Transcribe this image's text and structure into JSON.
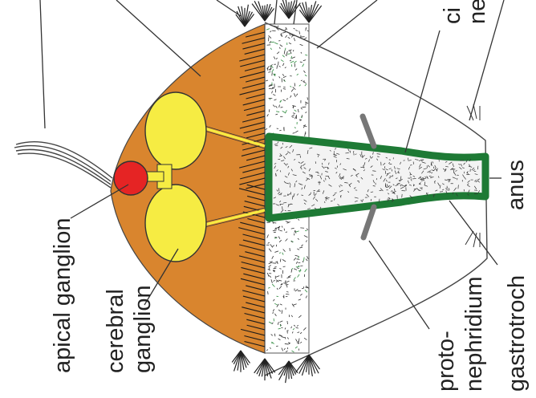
{
  "labels": {
    "apical_ganglion": "apical ganglion",
    "cerebral_1": "cerebral",
    "cerebral_2": "ganglion",
    "proto_1": "proto-",
    "proto_2": "nephridium",
    "gastrotroch": "gastrotroch",
    "anus": "anus",
    "cil_partial": "ci",
    "ne_partial": "ne"
  },
  "colors": {
    "episphere": "#D9852E",
    "cerebral_ganglion": "#F6EC43",
    "apical_ganglion": "#E52424",
    "gut": "#1E7A35",
    "line": "#333333"
  }
}
